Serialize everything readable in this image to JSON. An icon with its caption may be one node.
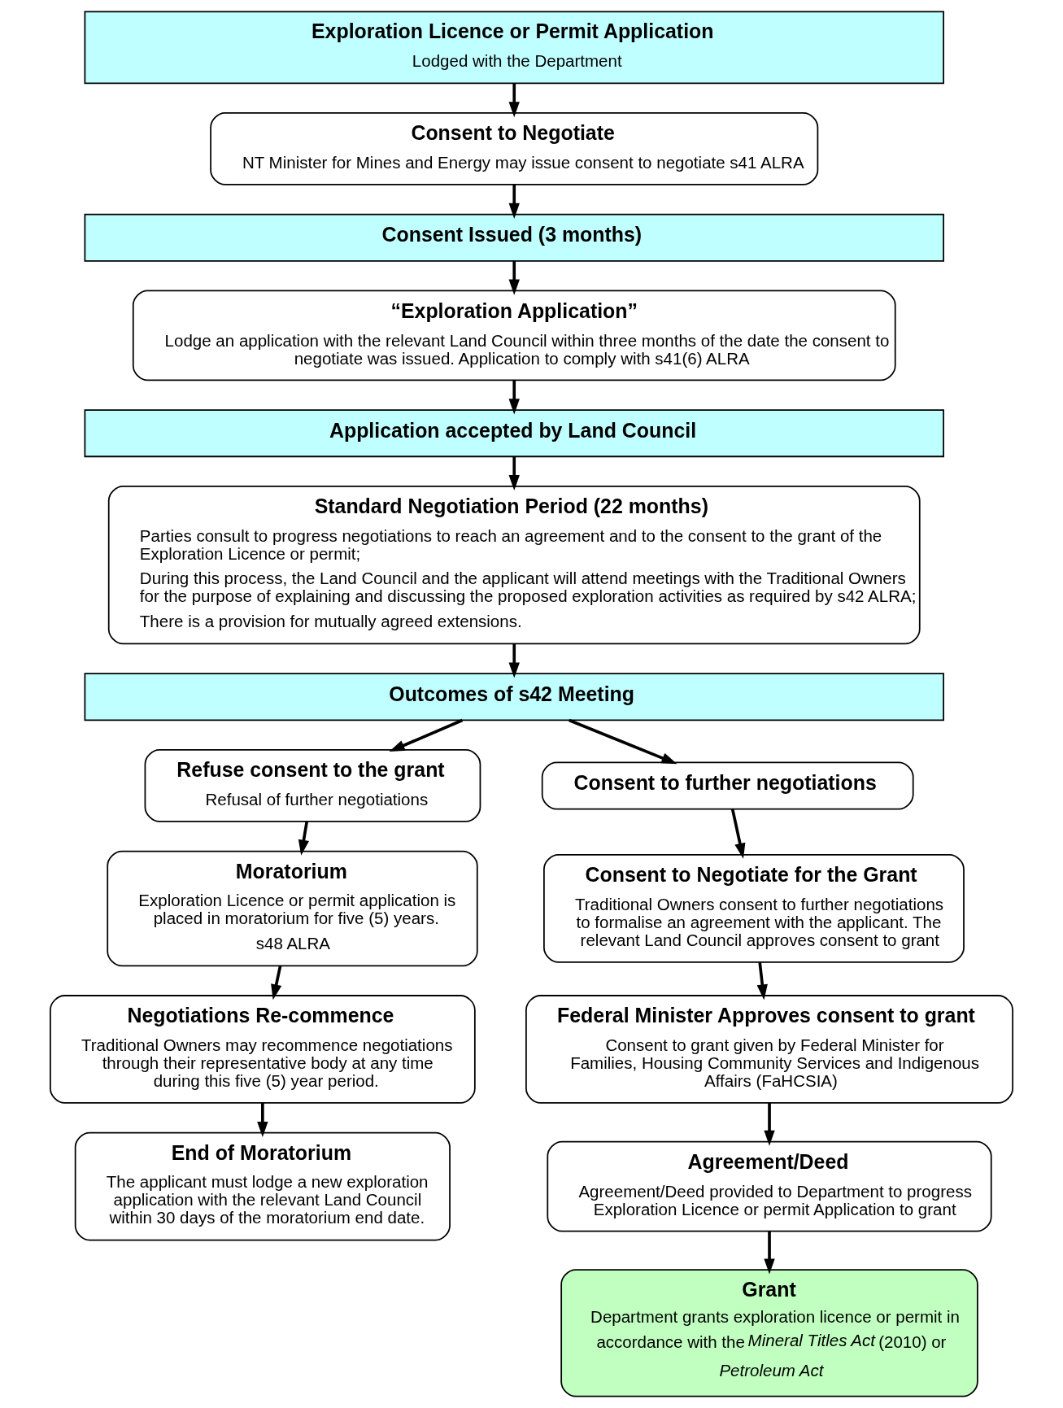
{
  "diagram": {
    "nodes": [
      {
        "text": [
          "Exploration Licence or Permit Application",
          "Lodged with the Department"
        ]
      },
      {
        "text": [
          "Consent to Negotiate",
          "NT Minister for Mines and Energy may issue consent to negotiate s41 ALRA"
        ]
      },
      {
        "text": [
          "Consent Issued (3 months)"
        ]
      },
      {
        "text": [
          "“Exploration Application”",
          "Lodge an application with the relevant Land Council within three months of the date the consent to negotiate was issued. Application to comply with s41(6) ALRA"
        ]
      },
      {
        "text": [
          "Application accepted by Land Council"
        ]
      },
      {
        "text": [
          "Standard Negotiation Period (22 months)",
          "Parties consult to progress negotiations to reach an agreement and to the consent to the grant of the Exploration Licence or permit;",
          "During this process, the Land Council and the applicant will attend meetings with the Traditional Owners for the purpose of explaining and discussing the proposed exploration activities as required by s42 ALRA;",
          "There is a provision for mutually agreed extensions."
        ]
      },
      {
        "text": [
          "Outcomes of s42 Meeting"
        ]
      },
      {
        "text": [
          "Refuse consent to the grant",
          "Refusal of further negotiations"
        ]
      },
      {
        "text": [
          "Moratorium",
          "Exploration Licence or permit application is placed in moratorium for five (5) years.",
          "s48 ALRA"
        ]
      },
      {
        "text": [
          "Negotiations Re-commence",
          "Traditional Owners may recommence negotiations through their representative body at any time during this five (5) year period."
        ]
      },
      {
        "text": [
          "End of Moratorium",
          "The applicant must lodge a new exploration application with the relevant Land Council within 30 days of the moratorium end date."
        ]
      },
      {
        "text": [
          "Consent to further negotiations"
        ]
      },
      {
        "text": [
          "Consent to Negotiate for the Grant",
          "Traditional Owners consent to further negotiations to formalise an agreement with the applicant. The relevant Land Council approves consent to grant"
        ]
      },
      {
        "text": [
          "Federal Minister Approves consent to grant",
          "Consent to grant given by Federal Minister for Families, Housing Community Services and Indigenous Affairs (FaHCSIA)"
        ]
      },
      {
        "text": [
          "Agreement/Deed",
          "Agreement/Deed provided to Department to progress Exploration Licence or permit Application to grant"
        ]
      },
      {
        "text": [
          "Grant",
          "Department grants exploration licence or permit in accordance with the *Mineral Titles Act* (2010) or *Petroleum Act*"
        ]
      }
    ],
    "edges": [
      {
        "from": 0,
        "to": 1,
        "arrow": "to"
      },
      {
        "from": 1,
        "to": 2,
        "arrow": "to"
      },
      {
        "from": 2,
        "to": 3,
        "arrow": "to"
      },
      {
        "from": 3,
        "to": 4,
        "arrow": "to"
      },
      {
        "from": 4,
        "to": 5,
        "arrow": "to"
      },
      {
        "from": 5,
        "to": 6,
        "arrow": "to"
      },
      {
        "from": 6,
        "to": 7,
        "arrow": "to"
      },
      {
        "from": 6,
        "to": 11,
        "arrow": "to"
      },
      {
        "from": 7,
        "to": 8,
        "arrow": "to"
      },
      {
        "from": 8,
        "to": 9,
        "arrow": "to"
      },
      {
        "from": 9,
        "to": 10,
        "arrow": "to"
      },
      {
        "from": 11,
        "to": 12,
        "arrow": "to"
      },
      {
        "from": 12,
        "to": 13,
        "arrow": "to"
      },
      {
        "from": 13,
        "to": 14,
        "arrow": "to"
      },
      {
        "from": 14,
        "to": 15,
        "arrow": "to"
      }
    ]
  }
}
